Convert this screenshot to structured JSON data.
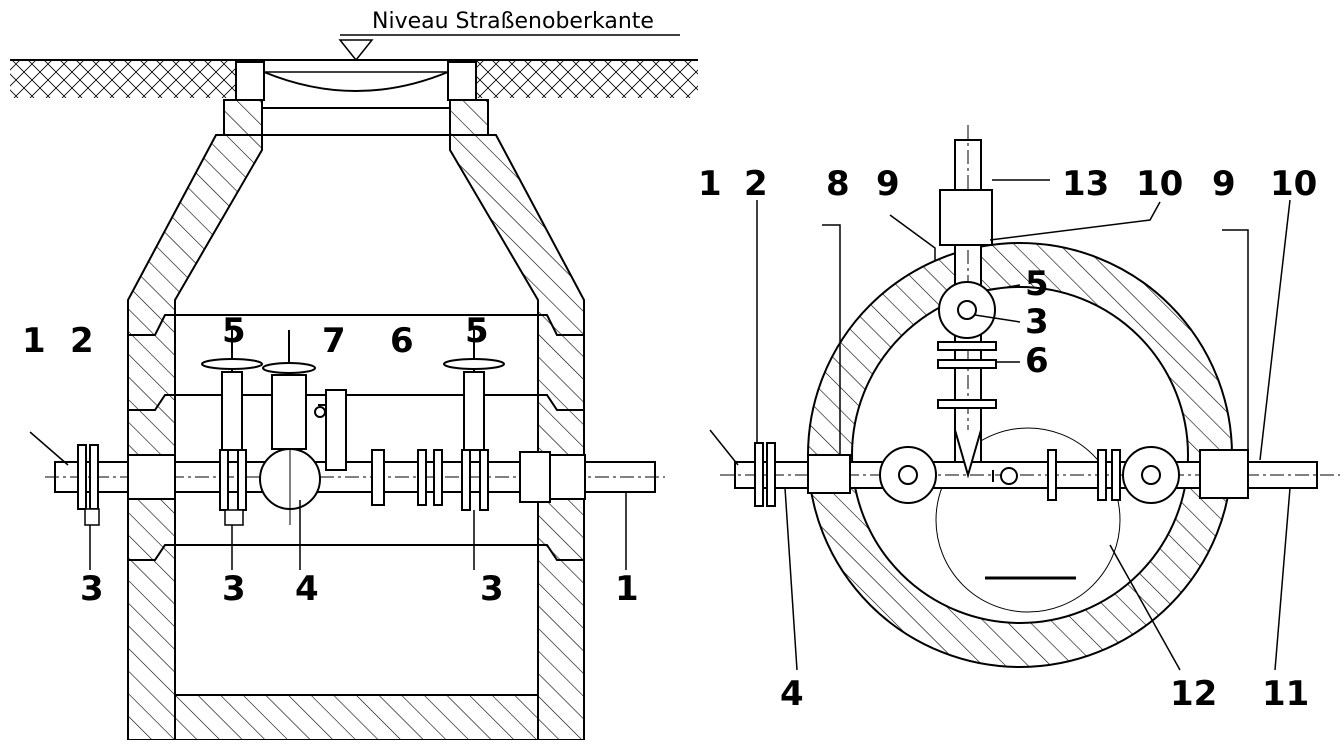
{
  "caption": "Niveau Straßenoberkante",
  "section_labels": {
    "l1_left": "1",
    "l2": "2",
    "l5_left": "5",
    "l7": "7",
    "l6": "6",
    "l5_right": "5",
    "l3_a": "3",
    "l3_b": "3",
    "l4": "4",
    "l3_c": "3",
    "l1_right": "1"
  },
  "plan_labels": {
    "l1": "1",
    "l2": "2",
    "l8": "8",
    "l9_left": "9",
    "l13": "13",
    "l10_left": "10",
    "l9_right": "9",
    "l10_right": "10",
    "l5": "5",
    "l3": "3",
    "l6": "6",
    "l4": "4",
    "l12": "12",
    "l11": "11"
  },
  "colors": {
    "line": "#000000",
    "background": "#ffffff"
  }
}
